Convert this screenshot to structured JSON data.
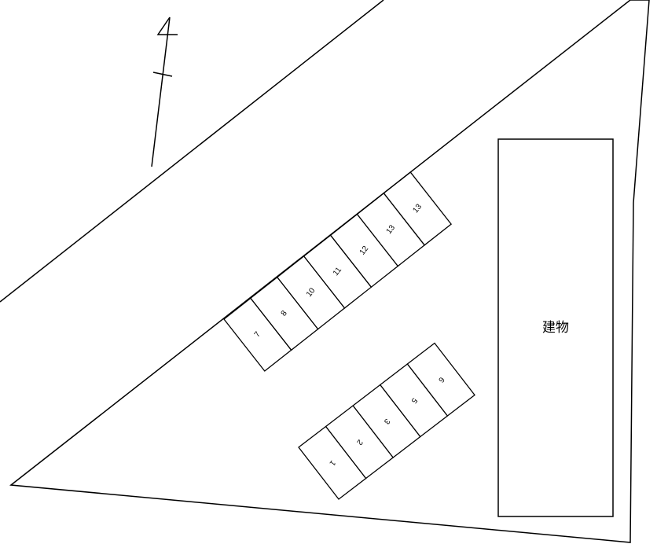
{
  "building": {
    "label": "建物"
  },
  "parking_rows": [
    {
      "slots": [
        "7",
        "8",
        "10",
        "11",
        "12",
        "13",
        "13"
      ]
    },
    {
      "slots": [
        "1",
        "2",
        "3",
        "5",
        "6"
      ]
    }
  ],
  "colors": {
    "line": "#000000",
    "background": "#ffffff"
  }
}
